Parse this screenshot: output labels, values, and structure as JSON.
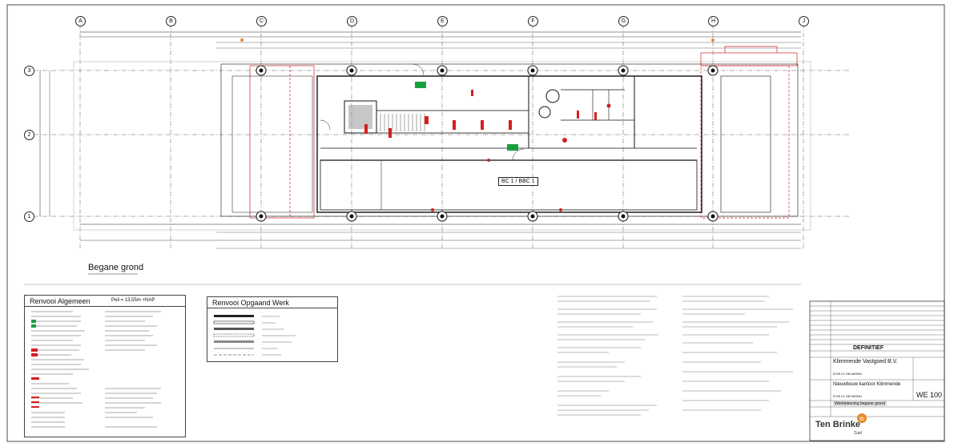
{
  "grid": {
    "columns": [
      "A",
      "B",
      "C",
      "D",
      "E",
      "F",
      "G",
      "H",
      "J"
    ],
    "rows": [
      "3",
      "2",
      "1"
    ]
  },
  "plan": {
    "caption": "Begane grond",
    "room_label": "BC 1 / BBC 1"
  },
  "legend_general": {
    "title": "Renvooi Algemeen",
    "peil": "Peil = 13,55m +NAP"
  },
  "legend_work": {
    "title": "Renvooi Opgaand Werk"
  },
  "titleblock": {
    "status": "DEFINITIEF",
    "client": "Klimmende Vastgoed B.V.",
    "client_city": "5705 CL  HELMOND",
    "project": "Nieuwbouw kantoor Klimmende",
    "project_city": "5705 CL  HELMOND",
    "drawing_number": "WE 100",
    "drawing_title": "Werktekening begane grond",
    "company": "Ten Brinke",
    "company_sub": "Zuid"
  },
  "colors": {
    "red": "#d42020",
    "green": "#18a040",
    "line": "#1a1a1a",
    "gray": "#8a8a8a",
    "orange": "#e58a2a"
  }
}
